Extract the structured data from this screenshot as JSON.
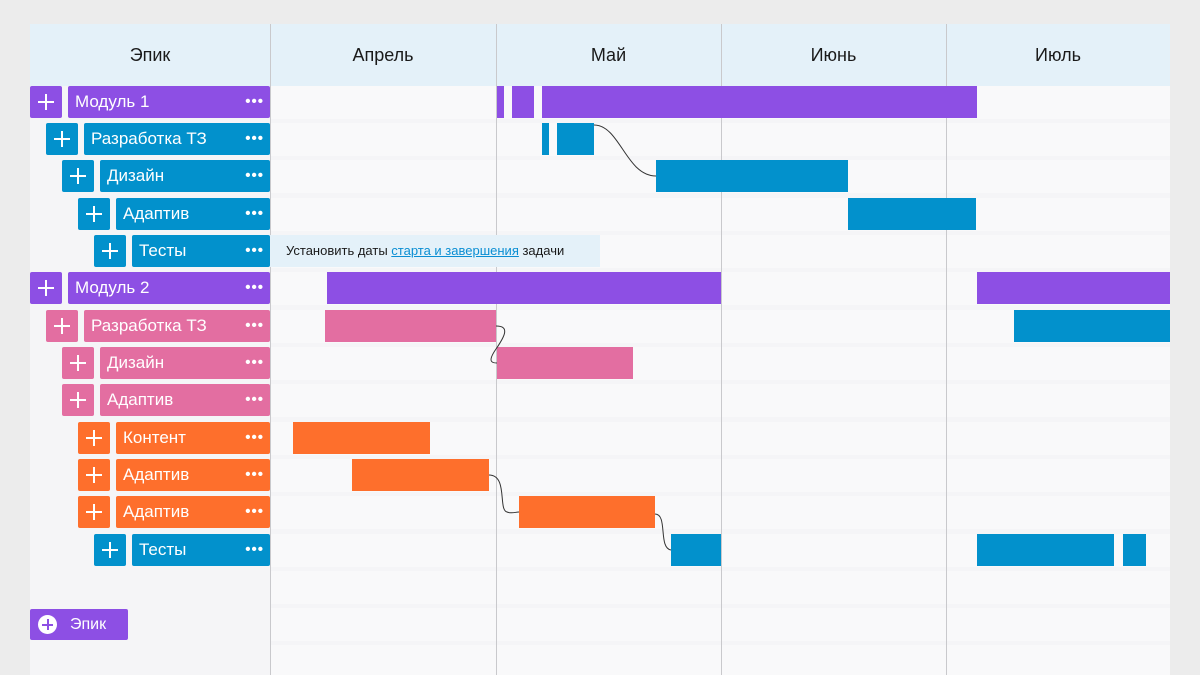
{
  "header": {
    "columns": [
      "Эпик",
      "Апрель",
      "Май",
      "Июнь",
      "Июль"
    ]
  },
  "colors": {
    "purple": "#8d4fe4",
    "blue": "#0291cc",
    "pink": "#e36ea1",
    "orange": "#fe6f2c",
    "link": "#0a8ed3"
  },
  "rows": [
    {
      "label": "Модуль 1",
      "color": "purple",
      "more": "•••"
    },
    {
      "label": "Разработка ТЗ",
      "color": "blue",
      "more": "•••"
    },
    {
      "label": "Дизайн",
      "color": "blue",
      "more": "•••"
    },
    {
      "label": "Адаптив",
      "color": "blue",
      "more": "•••"
    },
    {
      "label": "Тесты",
      "color": "blue",
      "more": "•••"
    },
    {
      "label": "Модуль 2",
      "color": "purple",
      "more": "•••"
    },
    {
      "label": "Разработка ТЗ",
      "color": "pink",
      "more": "•••"
    },
    {
      "label": "Дизайн",
      "color": "pink",
      "more": "•••"
    },
    {
      "label": "Адаптив",
      "color": "pink",
      "more": "•••"
    },
    {
      "label": "Контент",
      "color": "orange",
      "more": "•••"
    },
    {
      "label": "Адаптив",
      "color": "orange",
      "more": "•••"
    },
    {
      "label": "Адаптив",
      "color": "orange",
      "more": "•••"
    },
    {
      "label": "Тесты",
      "color": "blue",
      "more": "•••"
    }
  ],
  "tooltip": {
    "before": "Установить даты ",
    "link": "старта и завершения",
    "after": " задачи"
  },
  "add_epic": {
    "label": "Эпик"
  },
  "icons": {
    "add": "plus-icon",
    "more": "more-dots-icon",
    "add_epic": "plus-circle-icon"
  }
}
